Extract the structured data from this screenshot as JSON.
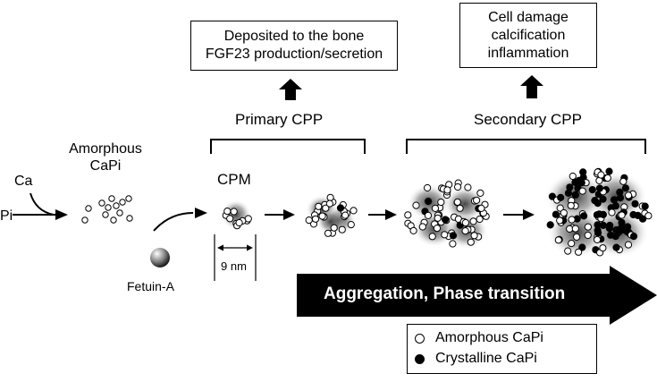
{
  "labels": {
    "ca": "Ca",
    "pi": "Pi",
    "amorphous_capi": "Amorphous\nCaPi",
    "fetuin_a": "Fetuin-A",
    "cpm": "CPM",
    "nm": "9 nm",
    "primary_cpp": "Primary CPP",
    "secondary_cpp": "Secondary CPP"
  },
  "boxes": {
    "primary_line1": "Deposited to the bone",
    "primary_line2": "FGF23 production/secretion",
    "secondary_line1": "Cell damage",
    "secondary_line2": "calcification",
    "secondary_line3": "inflammation"
  },
  "banner": "Aggregation, Phase transition",
  "legend": {
    "amorphous": "Amorphous CaPi",
    "crystalline": "Crystalline CaPi"
  },
  "colors": {
    "ink": "#000000",
    "particle_open": "#ffffff",
    "particle_filled": "#000000",
    "halo": "#555555"
  }
}
